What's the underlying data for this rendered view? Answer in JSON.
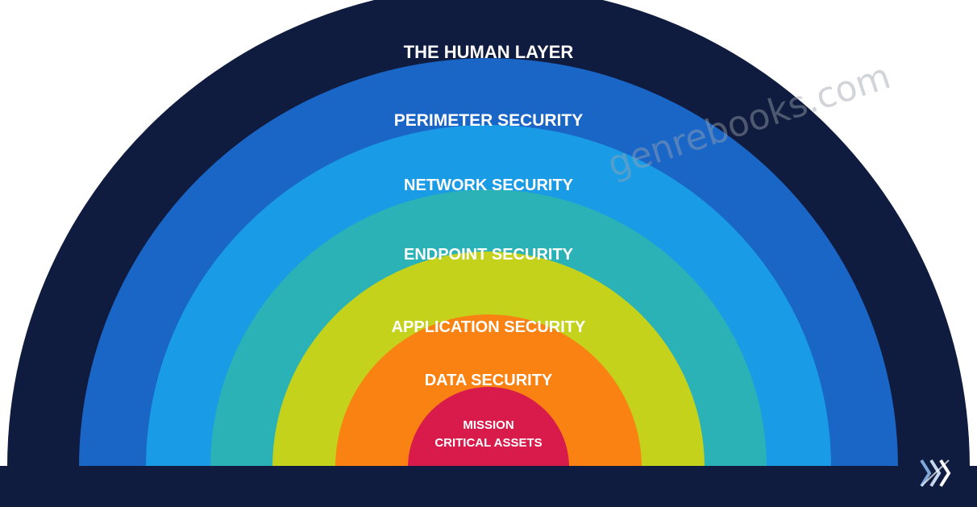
{
  "diagram": {
    "layers": [
      {
        "label": "THE HUMAN LAYER",
        "color": "#101c3f"
      },
      {
        "label": "PERIMETER SECURITY",
        "color": "#1a66c7"
      },
      {
        "label": "NETWORK SECURITY",
        "color": "#1a9be6"
      },
      {
        "label": "ENDPOINT SECURITY",
        "color": "#2ab2b6"
      },
      {
        "label": "APPLICATION SECURITY",
        "color": "#c5d21c"
      },
      {
        "label": "DATA SECURITY",
        "color": "#f98213"
      },
      {
        "label": "MISSION CRITICAL ASSETS",
        "color": "#d81b4a"
      }
    ],
    "logo_icon": "chevrons-logo-icon",
    "watermark_text": "genrebooks.com"
  },
  "colors": {
    "background": "#ffffff",
    "frame": "#101c3f",
    "label_text": "#ffffff"
  }
}
